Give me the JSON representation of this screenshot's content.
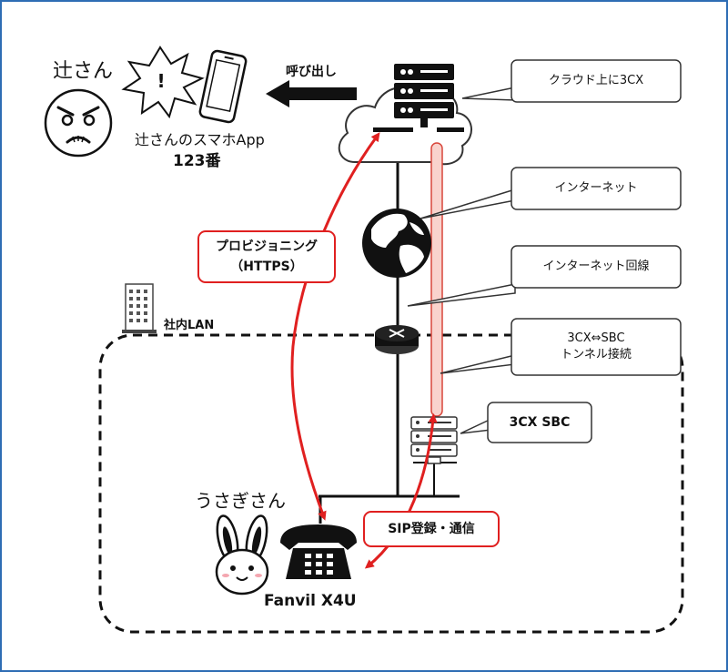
{
  "people": {
    "tsuji": {
      "name": "辻さん",
      "app_label": "辻さんのスマホApp",
      "ext": "123番"
    },
    "usagi": {
      "name": "うさぎさん"
    }
  },
  "call_label": "呼び出し",
  "callouts": {
    "cloud_3cx": "クラウド上に3CX",
    "internet": "インターネット",
    "internet_line": "インターネット回線",
    "tunnel_line1": "3CX⇔SBC",
    "tunnel_line2": "トンネル接続",
    "sbc": "3CX SBC"
  },
  "red_labels": {
    "provisioning_line1": "プロビジョニング",
    "provisioning_line2": "（HTTPS）",
    "sip": "SIP登録・通信"
  },
  "lan_label": "社内LAN",
  "phone_label": "Fanvil X4U",
  "colors": {
    "frame": "#2e6db4",
    "red": "#e02020",
    "tunnel_fill": "#f9d3cd",
    "tunnel_stroke": "#d9473c"
  }
}
